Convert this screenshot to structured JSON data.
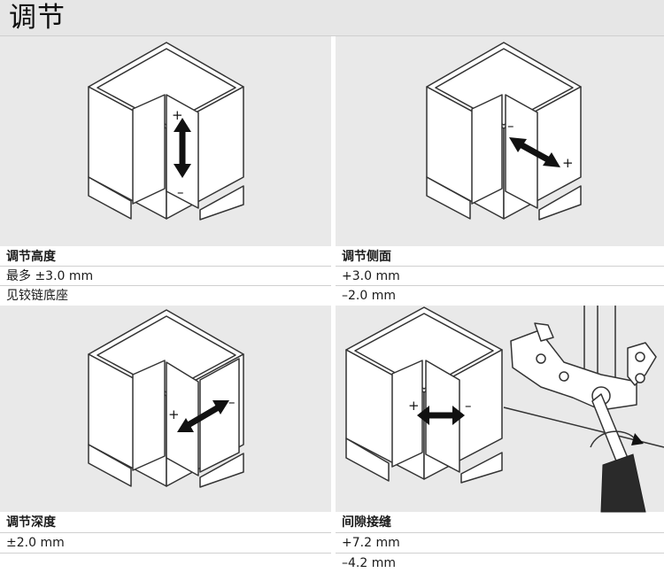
{
  "page": {
    "title": "调节"
  },
  "sections": [
    {
      "heading": "调节高度",
      "lines": [
        "最多 ±3.0 mm",
        "见铰链底座"
      ],
      "arrow": {
        "plus": "+",
        "minus": "–"
      }
    },
    {
      "heading": "调节侧面",
      "lines": [
        "+3.0 mm",
        "–2.0 mm"
      ],
      "arrow": {
        "plus": "+",
        "minus": "–"
      }
    },
    {
      "heading": "调节深度",
      "lines": [
        "±2.0 mm"
      ],
      "arrow": {
        "plus": "+",
        "minus": "–"
      }
    },
    {
      "heading": "间隙接缝",
      "lines": [
        "+7.2 mm",
        "–4.2 mm"
      ],
      "arrow": {
        "plus": "+",
        "minus": "–"
      }
    }
  ],
  "colors": {
    "panel_bg": "#e9e9e9",
    "title_bg": "#e6e6e6",
    "line": "#333333",
    "arrow": "#111111"
  }
}
